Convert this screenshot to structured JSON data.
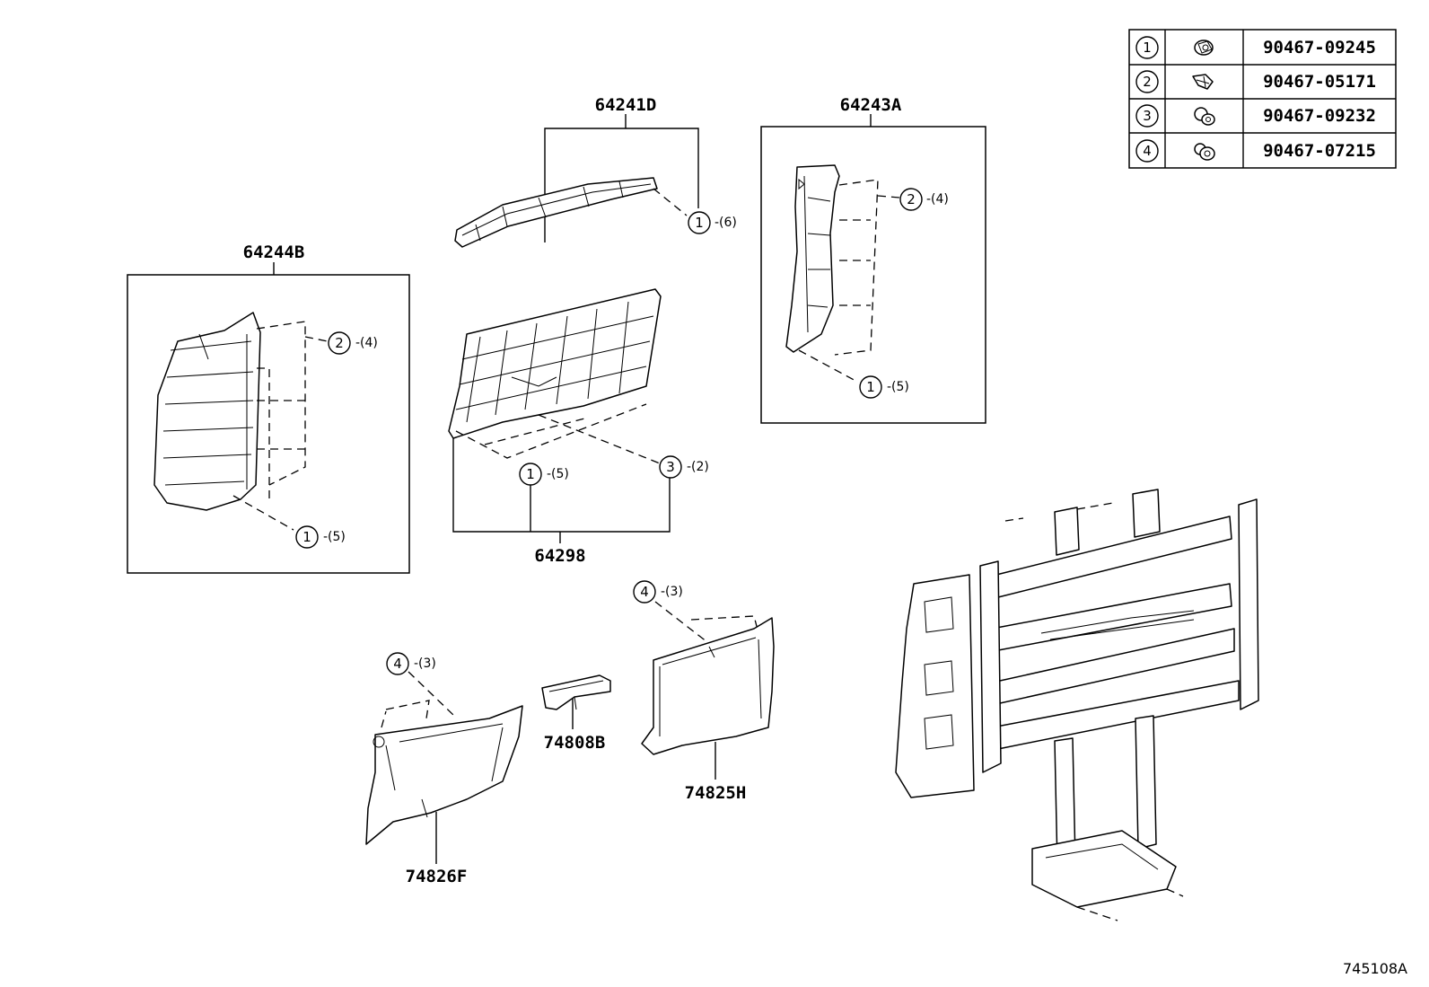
{
  "legend": [
    {
      "num": "1",
      "part": "90467-09245",
      "icon": "clip-icon"
    },
    {
      "num": "2",
      "part": "90467-05171",
      "icon": "clip-icon"
    },
    {
      "num": "3",
      "part": "90467-09232",
      "icon": "clip-icon"
    },
    {
      "num": "4",
      "part": "90467-07215",
      "icon": "clip-icon"
    }
  ],
  "parts": {
    "p64241D": "64241D",
    "p64243A": "64243A",
    "p64244B": "64244B",
    "p64298": "64298",
    "p74808B": "74808B",
    "p74825H": "74825H",
    "p74826F": "74826F"
  },
  "callouts": {
    "c64241D_1": {
      "num": "1",
      "qty": "-(6)"
    },
    "c64243A_2": {
      "num": "2",
      "qty": "-(4)"
    },
    "c64243A_1": {
      "num": "1",
      "qty": "-(5)"
    },
    "c64244B_2": {
      "num": "2",
      "qty": "-(4)"
    },
    "c64244B_1": {
      "num": "1",
      "qty": "-(5)"
    },
    "c64298_1": {
      "num": "1",
      "qty": "-(5)"
    },
    "c64298_3": {
      "num": "3",
      "qty": "-(2)"
    },
    "c74825H_4": {
      "num": "4",
      "qty": "-(3)"
    },
    "c74826F_4": {
      "num": "4",
      "qty": "-(3)"
    }
  },
  "diagram_id": "745108A"
}
